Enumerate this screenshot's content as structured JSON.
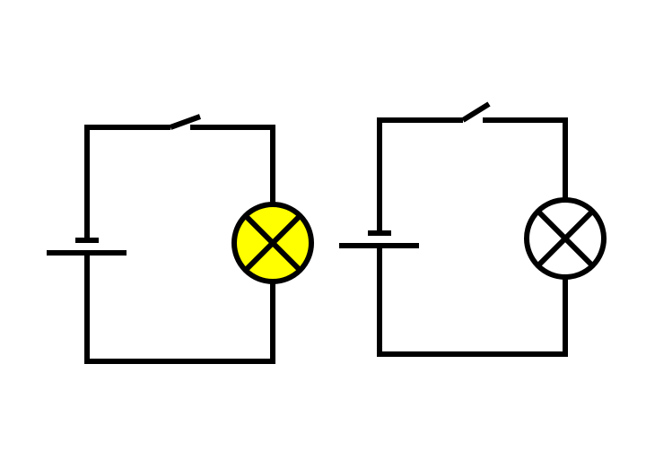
{
  "colors": {
    "wire": "#000000",
    "lamp_on": "#ffff00",
    "lamp_off": "#ffffff",
    "background": "#ffffff"
  },
  "circuits": [
    {
      "id": "left",
      "lamp_state": "on",
      "switch_state": "open"
    },
    {
      "id": "right",
      "lamp_state": "off",
      "switch_state": "open"
    }
  ]
}
